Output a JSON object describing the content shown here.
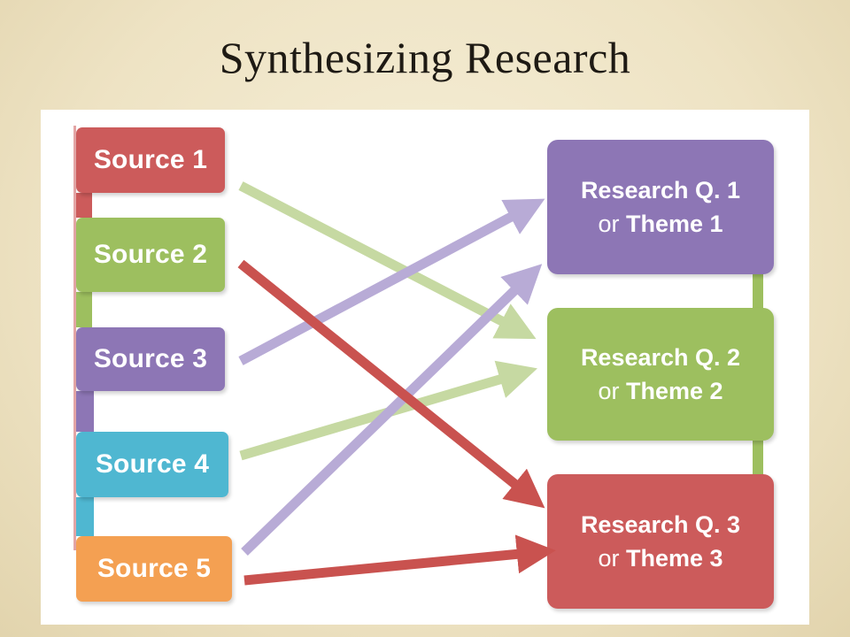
{
  "title": "Synthesizing Research",
  "sources": [
    {
      "label": "Source 1",
      "color": "#cc5b5b"
    },
    {
      "label": "Source 2",
      "color": "#9dbf5f"
    },
    {
      "label": "Source 3",
      "color": "#8d76b5"
    },
    {
      "label": "Source 4",
      "color": "#4fb7d1"
    },
    {
      "label": "Source 5",
      "color": "#f4a052"
    }
  ],
  "themes": [
    {
      "line1": "Research Q. 1",
      "or": "or",
      "theme": "Theme 1",
      "color": "#8d76b5"
    },
    {
      "line1": "Research Q. 2",
      "or": "or",
      "theme": "Theme 2",
      "color": "#9dbf5f"
    },
    {
      "line1": "Research Q. 3",
      "or": "or",
      "theme": "Theme 3",
      "color": "#cc5b5b"
    }
  ],
  "arrow_colors": {
    "green": "#c6d9a2",
    "purple": "#b8abd6",
    "red": "#c9524f"
  }
}
